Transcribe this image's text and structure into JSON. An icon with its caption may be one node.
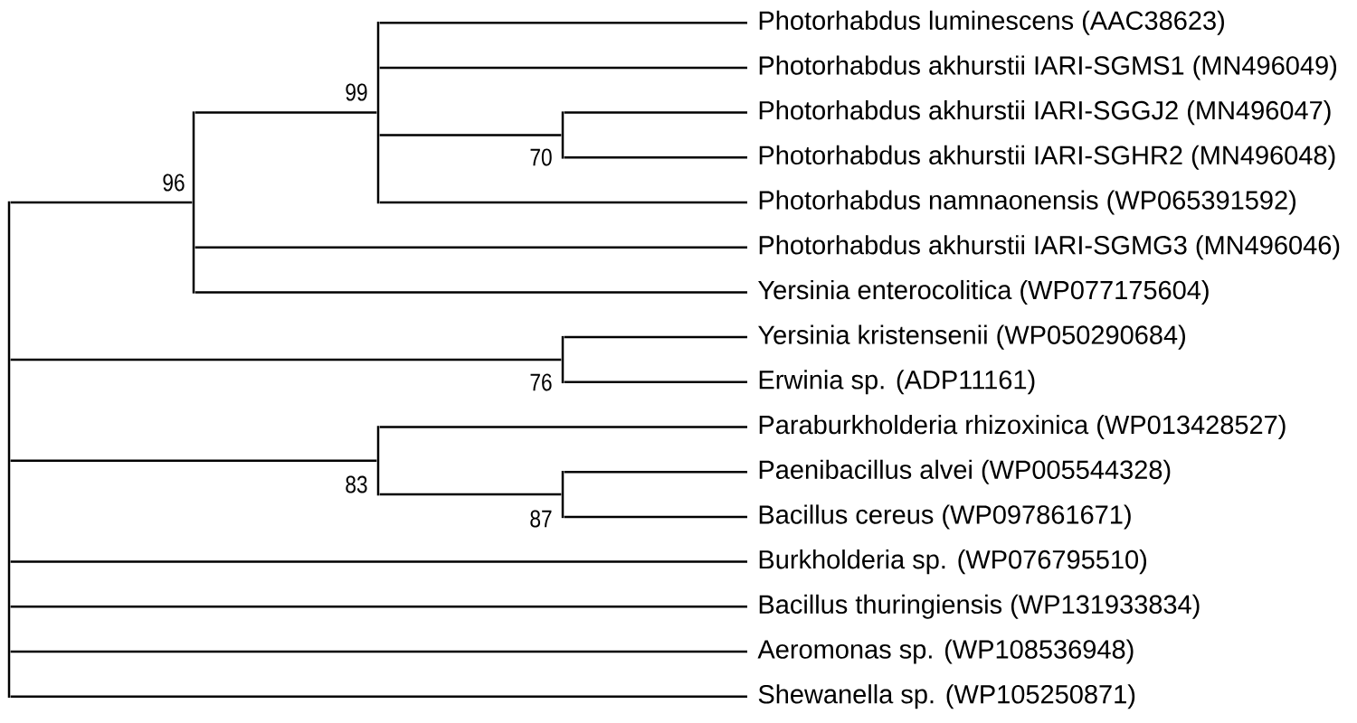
{
  "diagram": {
    "nodes": [
      {
        "text": [
          "Photorhabdus luminescens (AAC38623)"
        ]
      },
      {
        "text": [
          "Photorhabdus akhurstii IARI-SGMS1 (MN496049)"
        ]
      },
      {
        "text": [
          "Photorhabdus akhurstii IARI-SGGJ2 (MN496047)"
        ]
      },
      {
        "text": [
          "Photorhabdus akhurstii IARI-SGHR2 (MN496048)"
        ]
      },
      {
        "text": [
          "Photorhabdus namnaonensis (WP065391592)"
        ]
      },
      {
        "text": [
          "Photorhabdus akhurstii IARI-SGMG3 (MN496046)"
        ]
      },
      {
        "text": [
          "Yersinia enterocolitica (WP077175604)"
        ]
      },
      {
        "text": [
          "Yersinia kristensenii (WP050290684)"
        ]
      },
      {
        "text": [
          "Erwinia sp. (ADP11161)"
        ]
      },
      {
        "text": [
          "Paraburkholderia rhizoxinica (WP013428527)"
        ]
      },
      {
        "text": [
          "Paenibacillus alvei (WP005544328)"
        ]
      },
      {
        "text": [
          "Bacillus cereus (WP097861671)"
        ]
      },
      {
        "text": [
          "Burkholderia sp. (WP076795510)"
        ]
      },
      {
        "text": [
          "Bacillus thuringiensis (WP131933834)"
        ]
      },
      {
        "text": [
          "Aeromonas sp. (WP108536948)"
        ]
      },
      {
        "text": [
          "Shewanella sp. (WP105250871)"
        ]
      },
      {
        "text": [],
        "shape": "bar"
      },
      {
        "text": [],
        "shape": "bar",
        "beside": [
          "96"
        ]
      },
      {
        "text": [],
        "shape": "bar",
        "beside": [
          "99"
        ]
      },
      {
        "text": [],
        "shape": "bar",
        "beside": [
          "83"
        ]
      },
      {
        "text": [],
        "shape": "bar",
        "beside": [
          "70"
        ]
      },
      {
        "text": [],
        "shape": "bar",
        "beside": [
          "76"
        ]
      },
      {
        "text": [],
        "shape": "bar",
        "beside": [
          "87"
        ]
      }
    ],
    "edges": [
      {
        "from": 16,
        "to": 17,
        "arrow": "none"
      },
      {
        "from": 16,
        "to": 21,
        "arrow": "none"
      },
      {
        "from": 16,
        "to": 19,
        "arrow": "none"
      },
      {
        "from": 16,
        "to": 12,
        "arrow": "none"
      },
      {
        "from": 16,
        "to": 13,
        "arrow": "none"
      },
      {
        "from": 16,
        "to": 14,
        "arrow": "none"
      },
      {
        "from": 16,
        "to": 15,
        "arrow": "none"
      },
      {
        "from": 17,
        "to": 18,
        "arrow": "none"
      },
      {
        "from": 17,
        "to": 5,
        "arrow": "none"
      },
      {
        "from": 17,
        "to": 6,
        "arrow": "none"
      },
      {
        "from": 18,
        "to": 0,
        "arrow": "none"
      },
      {
        "from": 18,
        "to": 1,
        "arrow": "none"
      },
      {
        "from": 18,
        "to": 20,
        "arrow": "none"
      },
      {
        "from": 18,
        "to": 4,
        "arrow": "none"
      },
      {
        "from": 20,
        "to": 2,
        "arrow": "none"
      },
      {
        "from": 20,
        "to": 3,
        "arrow": "none"
      },
      {
        "from": 21,
        "to": 7,
        "arrow": "none"
      },
      {
        "from": 21,
        "to": 8,
        "arrow": "none"
      },
      {
        "from": 19,
        "to": 9,
        "arrow": "none"
      },
      {
        "from": 19,
        "to": 22,
        "arrow": "none"
      },
      {
        "from": 22,
        "to": 10,
        "arrow": "none"
      },
      {
        "from": 22,
        "to": 11,
        "arrow": "none"
      }
    ]
  }
}
